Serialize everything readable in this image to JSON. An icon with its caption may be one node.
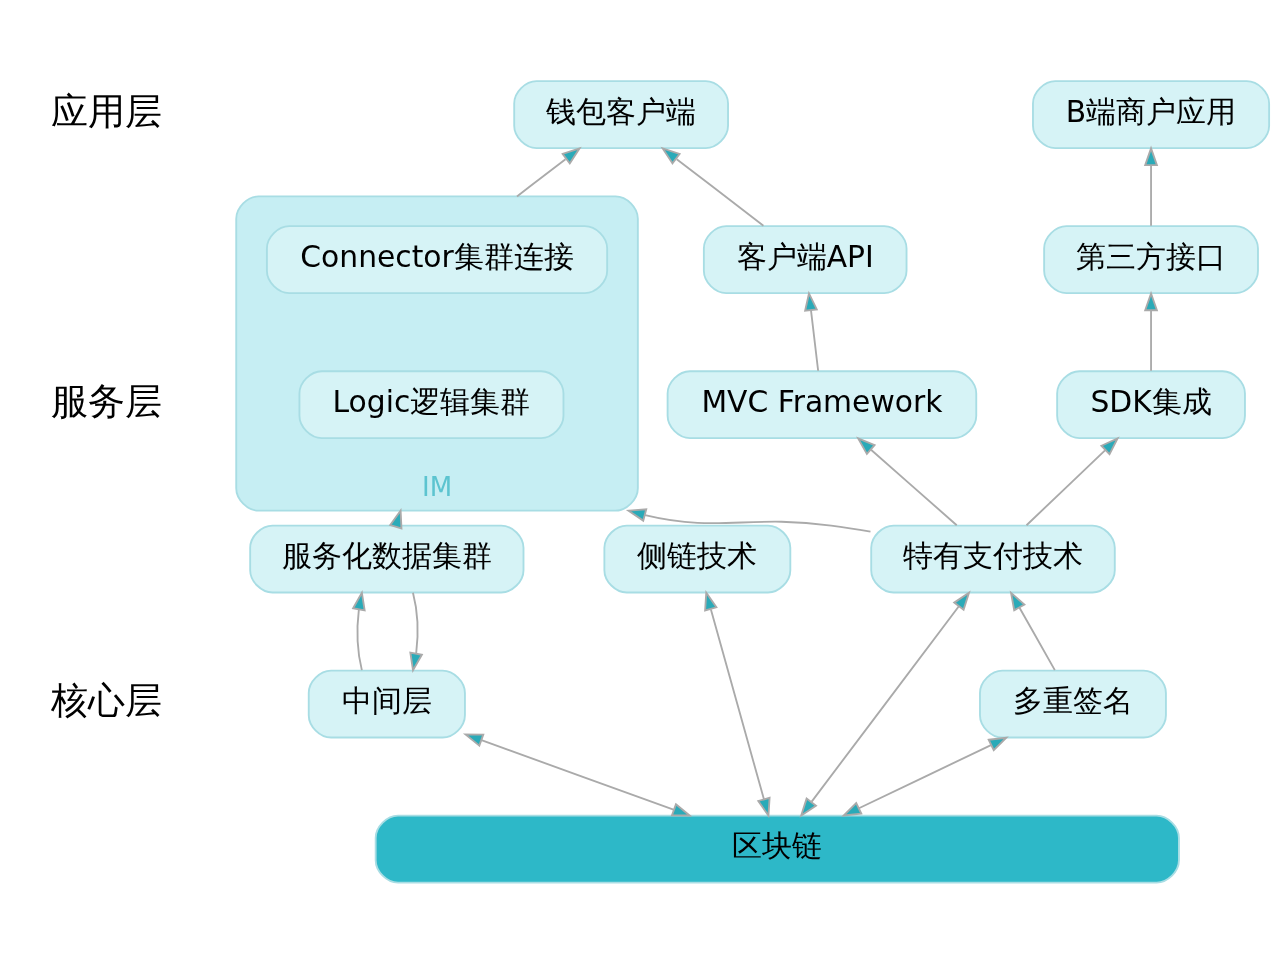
{
  "diagram": {
    "nodes": [
      {
        "text": [
          "钱包客户端"
        ]
      },
      {
        "text": [
          "B端商户应用"
        ]
      },
      {
        "text": [
          "IM"
        ]
      },
      {
        "text": [
          "Connector集群连接"
        ],
        "in": 2
      },
      {
        "text": [
          "Logic逻辑集群"
        ],
        "in": 2
      },
      {
        "text": [
          "客户端API"
        ]
      },
      {
        "text": [
          "第三方接口"
        ]
      },
      {
        "text": [
          "MVC Framework"
        ]
      },
      {
        "text": [
          "SDK集成"
        ]
      },
      {
        "text": [
          "特有支付技术"
        ]
      },
      {
        "text": [
          "侧链技术"
        ]
      },
      {
        "text": [
          "服务化数据集群"
        ]
      },
      {
        "text": [
          "多重签名"
        ]
      },
      {
        "text": [
          "中间层"
        ]
      },
      {
        "text": [
          "区块链"
        ]
      }
    ],
    "edges": [
      {
        "from": 2,
        "to": 0,
        "arrow": "to"
      },
      {
        "from": 5,
        "to": 0,
        "arrow": "to"
      },
      {
        "from": 6,
        "to": 1,
        "arrow": "to"
      },
      {
        "from": 7,
        "to": 5,
        "arrow": "to"
      },
      {
        "from": 8,
        "to": 6,
        "arrow": "to"
      },
      {
        "from": 9,
        "to": 7,
        "arrow": "to"
      },
      {
        "from": 9,
        "to": 2,
        "arrow": "to"
      },
      {
        "from": 9,
        "to": 8,
        "arrow": "to"
      },
      {
        "from": 11,
        "to": 2,
        "arrow": "to"
      },
      {
        "from": 12,
        "to": 9,
        "arrow": "to"
      },
      {
        "from": 14,
        "to": 9,
        "arrow": "both"
      },
      {
        "from": 12,
        "to": 14,
        "arrow": "both"
      },
      {
        "from": 10,
        "to": 14,
        "arrow": "both"
      },
      {
        "from": 13,
        "to": 11,
        "arrow": "to"
      },
      {
        "from": 11,
        "to": 13,
        "arrow": "to"
      },
      {
        "from": 13,
        "to": 14,
        "arrow": "both"
      }
    ],
    "labels": [
      "应用层",
      "服务层",
      "核心层"
    ]
  }
}
